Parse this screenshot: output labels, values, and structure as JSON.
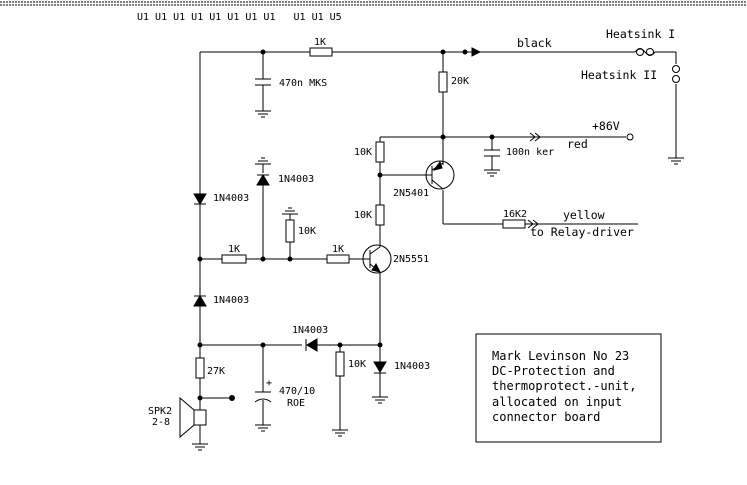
{
  "header": {
    "unit_codes": "U1 U1 U1 U1 U1 U1 U1 U1   U1 U1 U5"
  },
  "components": {
    "r_top": "1K",
    "c_470n": "470n MKS",
    "r_20k": "20K",
    "c_100n": "100n ker",
    "r_10k_a": "10K",
    "q1": "2N5401",
    "r_10k_b": "10K",
    "r_16k2": "16K2",
    "d_top": "1N4003",
    "d_mid": "1N4003",
    "r_10k_c": "10K",
    "r_1k_a": "1K",
    "r_1k_b": "1K",
    "q2": "2N5551",
    "d_low": "1N4003",
    "d_series": "1N4003",
    "r_27k": "27K",
    "c_470u": "470/10",
    "c_470u_type": "ROE",
    "r_10k_d": "10K",
    "d_right": "1N4003",
    "speaker": "SPK2",
    "speaker_pins": "2-8",
    "cap_plus": "+"
  },
  "connections": {
    "black": "black",
    "heatsink1": "Heatsink I",
    "heatsink2": "Heatsink II",
    "v86": "+86V",
    "red": "red",
    "yellow": "yellow",
    "relay": "to Relay-driver"
  },
  "note": {
    "line1": "Mark Levinson No 23",
    "line2": "DC-Protection and",
    "line3": "thermoprotect.-unit,",
    "line4": "allocated on input",
    "line5": "connector board"
  }
}
